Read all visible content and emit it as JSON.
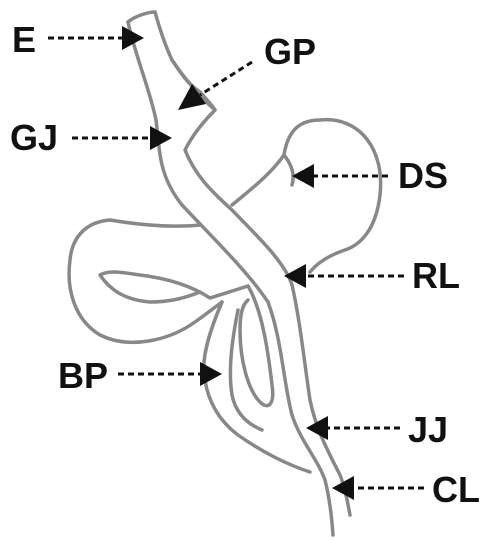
{
  "labels": {
    "e": "E",
    "gp": "GP",
    "gj": "GJ",
    "ds": "DS",
    "rl": "RL",
    "bp": "BP",
    "jj": "JJ",
    "cl": "CL"
  },
  "colors": {
    "outline": "#888888",
    "arrow": "#111111",
    "background": "#ffffff"
  }
}
